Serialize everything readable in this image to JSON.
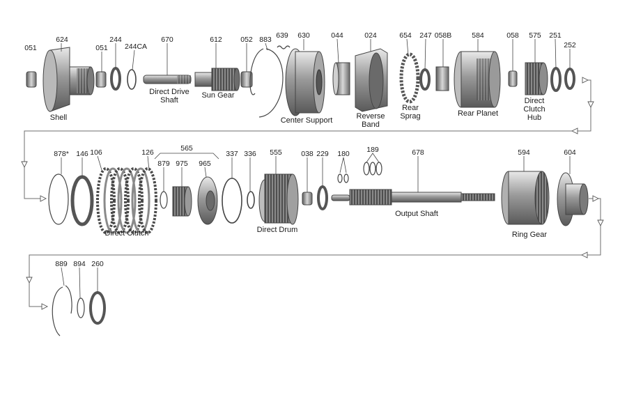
{
  "rows": [
    {
      "parts": [
        {
          "num": "051",
          "cap": ""
        },
        {
          "num": "624",
          "cap": "Shell"
        },
        {
          "num": "051",
          "cap": ""
        },
        {
          "num": "244",
          "cap": ""
        },
        {
          "num": "244CA",
          "cap": ""
        },
        {
          "num": "670",
          "cap": "Direct Drive\nShaft"
        },
        {
          "num": "612",
          "cap": "Sun Gear"
        },
        {
          "num": "052",
          "cap": ""
        },
        {
          "num": "883",
          "cap": ""
        },
        {
          "num": "639",
          "cap": ""
        },
        {
          "num": "630",
          "cap": "Center Support"
        },
        {
          "num": "044",
          "cap": ""
        },
        {
          "num": "024",
          "cap": "Reverse\nBand"
        },
        {
          "num": "654",
          "cap": "Rear\nSprag"
        },
        {
          "num": "247",
          "cap": ""
        },
        {
          "num": "058B",
          "cap": ""
        },
        {
          "num": "584",
          "cap": "Rear Planet"
        },
        {
          "num": "058",
          "cap": ""
        },
        {
          "num": "575",
          "cap": "Direct\nClutch\nHub"
        },
        {
          "num": "251",
          "cap": ""
        },
        {
          "num": "252",
          "cap": ""
        }
      ]
    },
    {
      "parts": [
        {
          "num": "878*",
          "cap": ""
        },
        {
          "num": "146",
          "cap": ""
        },
        {
          "num": "106",
          "cap": "Direct Clutch"
        },
        {
          "num": "126",
          "cap": ""
        },
        {
          "num": "565",
          "cap": ""
        },
        {
          "num": "879",
          "cap": ""
        },
        {
          "num": "975",
          "cap": ""
        },
        {
          "num": "965",
          "cap": ""
        },
        {
          "num": "337",
          "cap": ""
        },
        {
          "num": "336",
          "cap": ""
        },
        {
          "num": "555",
          "cap": "Direct Drum"
        },
        {
          "num": "038",
          "cap": ""
        },
        {
          "num": "229",
          "cap": ""
        },
        {
          "num": "180",
          "cap": ""
        },
        {
          "num": "189",
          "cap": ""
        },
        {
          "num": "678",
          "cap": "Output Shaft"
        },
        {
          "num": "594",
          "cap": "Ring Gear"
        },
        {
          "num": "604",
          "cap": ""
        }
      ]
    },
    {
      "parts": [
        {
          "num": "889",
          "cap": ""
        },
        {
          "num": "894",
          "cap": ""
        },
        {
          "num": "260",
          "cap": ""
        }
      ]
    }
  ]
}
